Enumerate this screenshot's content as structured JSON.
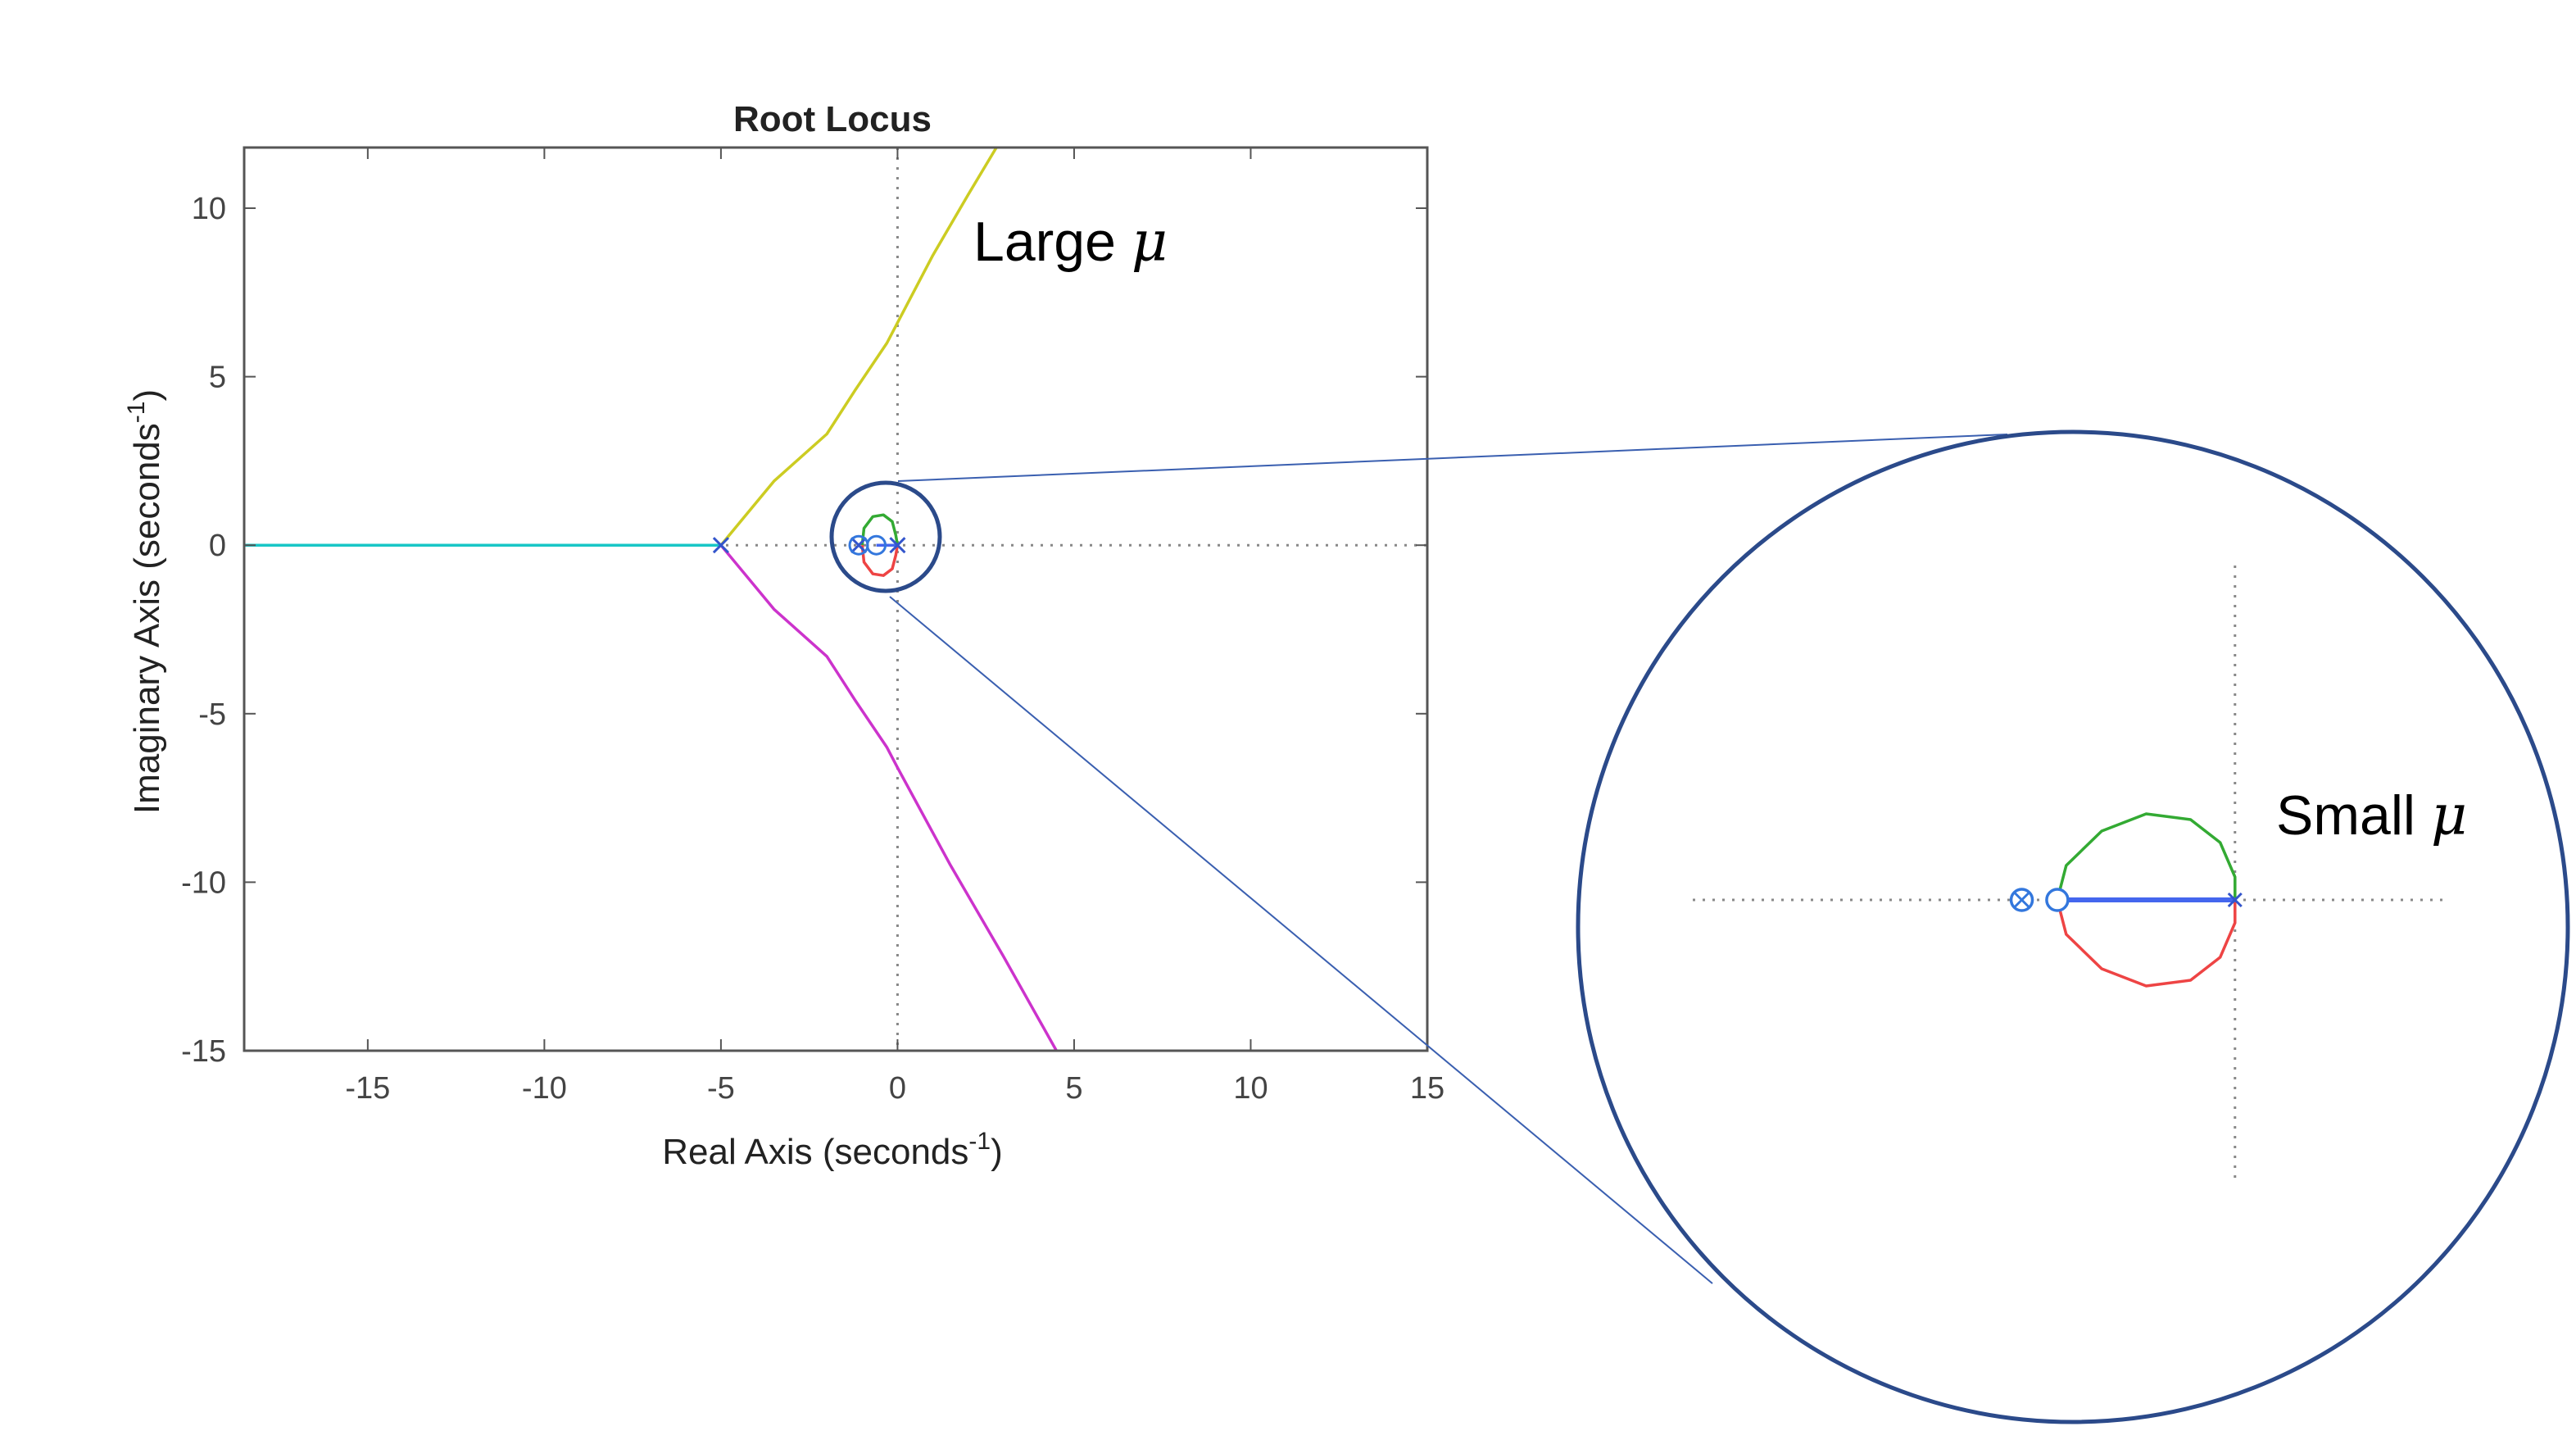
{
  "chart_data": {
    "type": "line",
    "title": "Root Locus",
    "xlabel_main": "Real Axis (seconds",
    "xlabel_exp": "-1",
    "xlabel_tail": ")",
    "ylabel_main": "Imaginary Axis (seconds",
    "ylabel_exp": "-1",
    "ylabel_tail": ")",
    "xlim": [
      -18.5,
      15
    ],
    "ylim": [
      -15,
      11.8
    ],
    "xticks": [
      -15,
      -10,
      -5,
      0,
      5,
      10,
      15
    ],
    "yticks": [
      -15,
      -10,
      -5,
      0,
      5,
      10
    ],
    "xtick_labels": [
      "-15",
      "-10",
      "-5",
      "0",
      "5",
      "10",
      "15"
    ],
    "ytick_labels": [
      "-15",
      "-10",
      "-5",
      "0",
      "5",
      "10"
    ],
    "series": [
      {
        "color": "#18c6c6",
        "points": [
          [
            -18.5,
            0
          ],
          [
            -5,
            0
          ]
        ]
      },
      {
        "color": "#cccc22",
        "points": [
          [
            -5,
            0
          ],
          [
            -3.5,
            1.9
          ],
          [
            -2,
            3.3
          ],
          [
            -1.2,
            4.6
          ],
          [
            -0.3,
            6
          ],
          [
            0,
            6.6
          ],
          [
            1,
            8.6
          ],
          [
            2,
            10.4
          ],
          [
            2.8,
            11.8
          ]
        ]
      },
      {
        "color": "#cc33cc",
        "points": [
          [
            -5,
            0
          ],
          [
            -3.5,
            -1.9
          ],
          [
            -2,
            -3.3
          ],
          [
            -1.2,
            -4.6
          ],
          [
            -0.3,
            -6
          ],
          [
            0,
            -6.6
          ],
          [
            1.5,
            -9.5
          ],
          [
            3,
            -12.2
          ],
          [
            4.5,
            -15
          ]
        ]
      },
      {
        "color": "#33aa33",
        "points": [
          [
            -1,
            0
          ],
          [
            -0.95,
            0.5
          ],
          [
            -0.7,
            0.85
          ],
          [
            -0.4,
            0.9
          ],
          [
            -0.15,
            0.7
          ],
          [
            -0.05,
            0.3
          ],
          [
            0,
            0
          ]
        ]
      },
      {
        "color": "#ee4444",
        "points": [
          [
            -1,
            0
          ],
          [
            -0.95,
            -0.5
          ],
          [
            -0.7,
            -0.85
          ],
          [
            -0.4,
            -0.9
          ],
          [
            -0.15,
            -0.7
          ],
          [
            -0.05,
            -0.3
          ],
          [
            0,
            0
          ]
        ]
      },
      {
        "color": "#4466ee",
        "points": [
          [
            -0.6,
            0
          ],
          [
            0,
            0
          ]
        ]
      }
    ],
    "poles": [
      [
        -5,
        0
      ],
      [
        0,
        0
      ],
      [
        -1.1,
        0
      ]
    ],
    "zeros": [
      [
        -1.1,
        0
      ],
      [
        -0.6,
        0
      ]
    ],
    "grid": false
  },
  "zoom_inset": {
    "xlim": [
      -1.25,
      0.15
    ],
    "ylim": [
      -1.5,
      1.5
    ],
    "series": [
      {
        "color": "#33aa33",
        "points": [
          [
            -0.6,
            0
          ],
          [
            -0.57,
            0.18
          ],
          [
            -0.45,
            0.36
          ],
          [
            -0.3,
            0.45
          ],
          [
            -0.15,
            0.42
          ],
          [
            -0.05,
            0.3
          ],
          [
            0,
            0.12
          ],
          [
            0,
            0
          ]
        ]
      },
      {
        "color": "#ee4444",
        "points": [
          [
            -0.6,
            0
          ],
          [
            -0.57,
            -0.18
          ],
          [
            -0.45,
            -0.36
          ],
          [
            -0.3,
            -0.45
          ],
          [
            -0.15,
            -0.42
          ],
          [
            -0.05,
            -0.3
          ],
          [
            0,
            -0.12
          ],
          [
            0,
            0
          ]
        ]
      },
      {
        "color": "#4466ee",
        "points": [
          [
            -0.6,
            0
          ],
          [
            0,
            0
          ]
        ]
      }
    ]
  },
  "annotations": {
    "large": "Large",
    "small": "Small",
    "mu": "μ"
  },
  "colors": {
    "callout_ring": "#2b4a8a",
    "callout_line": "#3a5fb0",
    "axes": "#555555",
    "grid_dotted": "#888888"
  }
}
